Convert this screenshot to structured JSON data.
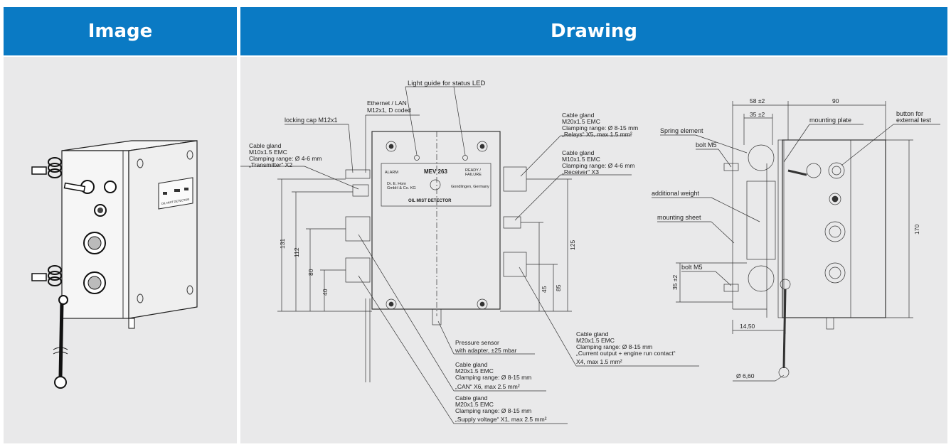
{
  "header": {
    "image_title": "Image",
    "drawing_title": "Drawing"
  },
  "photo_label": {
    "plate_line": "OIL MIST DETECTOR"
  },
  "front_view": {
    "light_guide": "Light guide for status LED",
    "ethernet_l1": "Ethernet / LAN",
    "ethernet_l2": "M12x1, D coded",
    "locking_cap": "locking cap M12x1",
    "gland_small_l1": "Cable gland",
    "gland_small_l2": "M10x1.5 EMC",
    "gland_small_l3": "Clamping range: Ø 4-6 mm",
    "gland_small_l4": "„Transmitter“ X2",
    "relays_l1": "Cable gland",
    "relays_l2": "M20x1.5 EMC",
    "relays_l3": "Clamping range: Ø 8-15 mm",
    "relays_l4": "„Relays“ X5, max 1.5 mm²",
    "receiver_l1": "Cable gland",
    "receiver_l2": "M10x1.5 EMC",
    "receiver_l3": "Clamping range: Ø 4-6 mm",
    "receiver_l4": "„Receiver“ X3",
    "pressure_l1": "Pressure sensor",
    "pressure_l2": "with adapter, ±25 mbar",
    "can_l1": "Cable gland",
    "can_l2": "M20x1.5 EMC",
    "can_l3": "Clamping range: Ø 8-15 mm",
    "can_l4": "„CAN“ X6, max 2.5 mm²",
    "supply_l1": "Cable gland",
    "supply_l2": "M20x1.5 EMC",
    "supply_l3": "Clamping range: Ø 8-15 mm",
    "supply_l4": "„Supply voltage“ X1, max 2.5 mm²",
    "current_l1": "Cable gland",
    "current_l2": "M20x1.5 EMC",
    "current_l3": "Clamping range: Ø 8-15 mm",
    "current_l4": "„Current output + engine run contact“",
    "current_l5": "X4, max 1.5 mm²",
    "plate_alarm": "ALARM",
    "plate_model": "MEV 263",
    "plate_ready": "READY /",
    "plate_failure": "FAILURE",
    "plate_maker": "Dr. E. Horn",
    "plate_maker2": "GmbH & Co. KG",
    "plate_city": "Gondlingen, Germany",
    "plate_title": "OIL MIST DETECTOR",
    "dim_131": "131",
    "dim_112": "112",
    "dim_80": "80",
    "dim_40": "40",
    "dim_125": "125",
    "dim_85": "85",
    "dim_45": "45"
  },
  "side_view": {
    "dim_58": "58 ±2",
    "dim_35top": "35 ±2",
    "dim_90": "90",
    "dim_170": "170",
    "dim_35side": "35 ±2",
    "dim_1450": "14,50",
    "dim_660": "Ø 6,60",
    "spring": "Spring element",
    "bolt1": "bolt M5",
    "mounting_plate": "mounting plate",
    "button_l1": "button for",
    "button_l2": "external test",
    "additional_weight": "additional weight",
    "mounting_sheet": "mounting sheet",
    "bolt2": "bolt M5"
  }
}
